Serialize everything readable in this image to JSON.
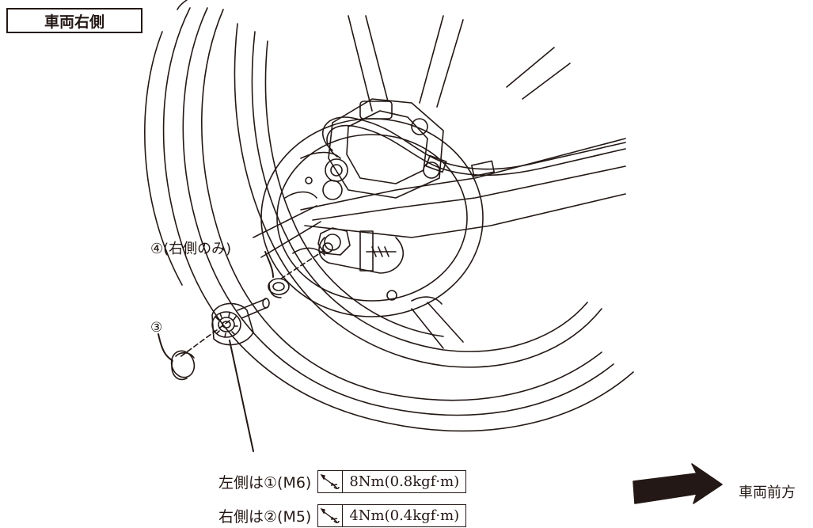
{
  "side_label": "車両右側",
  "part_labels": {
    "item4": "④(右側のみ)",
    "item3": "③"
  },
  "torque_specs": [
    {
      "label": "左側は①(M6)",
      "value": "8Nm(0.8kgf·m)"
    },
    {
      "label": "右側は②(M5)",
      "value": "4Nm(0.4kgf·m)"
    }
  ],
  "direction_label": "車両前方",
  "icons": {
    "torque": "torque-wrench-icon",
    "direction": "arrow-right-icon"
  },
  "colors": {
    "line": "#231815",
    "background": "#ffffff"
  }
}
